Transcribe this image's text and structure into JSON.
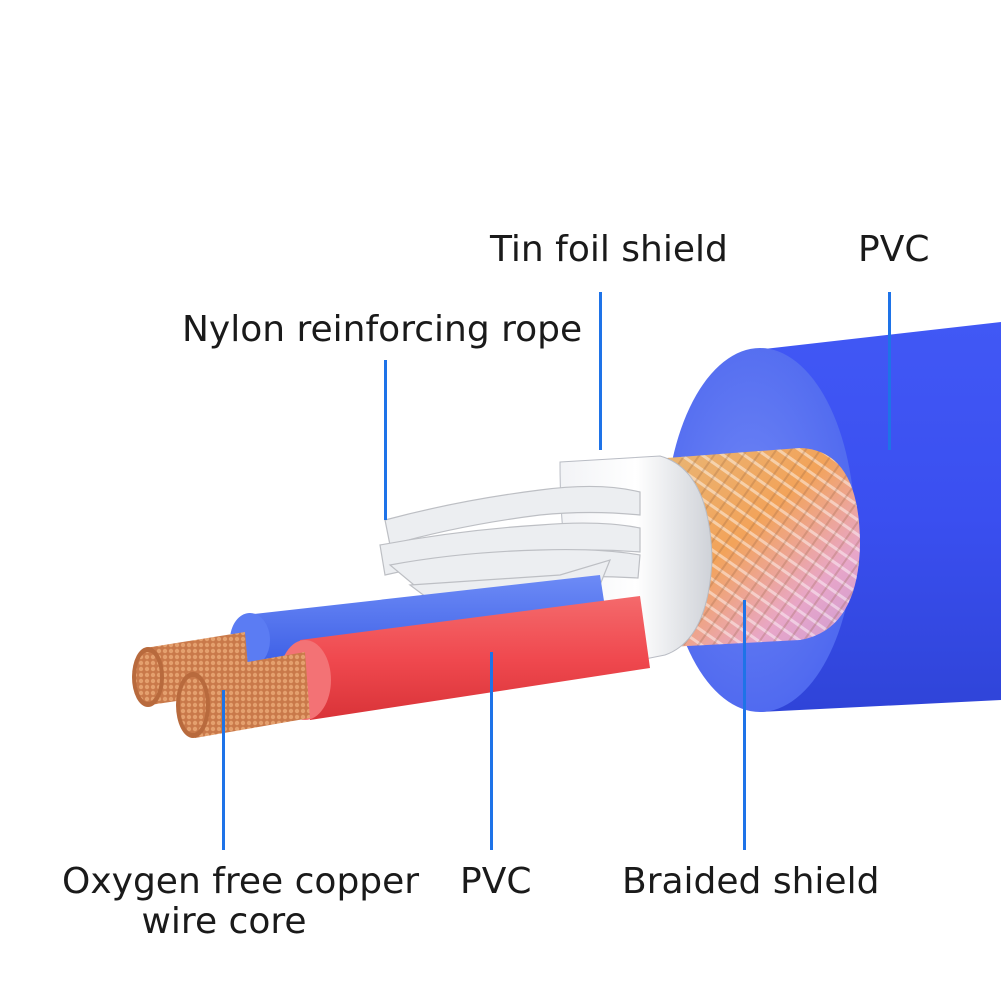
{
  "labels": {
    "tin_foil_shield": "Tin foil shield",
    "outer_pvc": "PVC",
    "nylon_rope": "Nylon reinforcing rope",
    "copper_core_line1": "Oxygen free copper",
    "copper_core_line2": "wire core",
    "inner_pvc": "PVC",
    "braided_shield": "Braided shield"
  },
  "colors": {
    "outer_jacket": "#3a4ff0",
    "outer_face": "#5f78f2",
    "blue_insulation": "#4a6cf2",
    "red_insulation": "#f0494f",
    "copper": "#c9794a",
    "nylon": "#e8e8ea",
    "foil": "#d9dadf",
    "leader_line": "#1e73e8"
  }
}
